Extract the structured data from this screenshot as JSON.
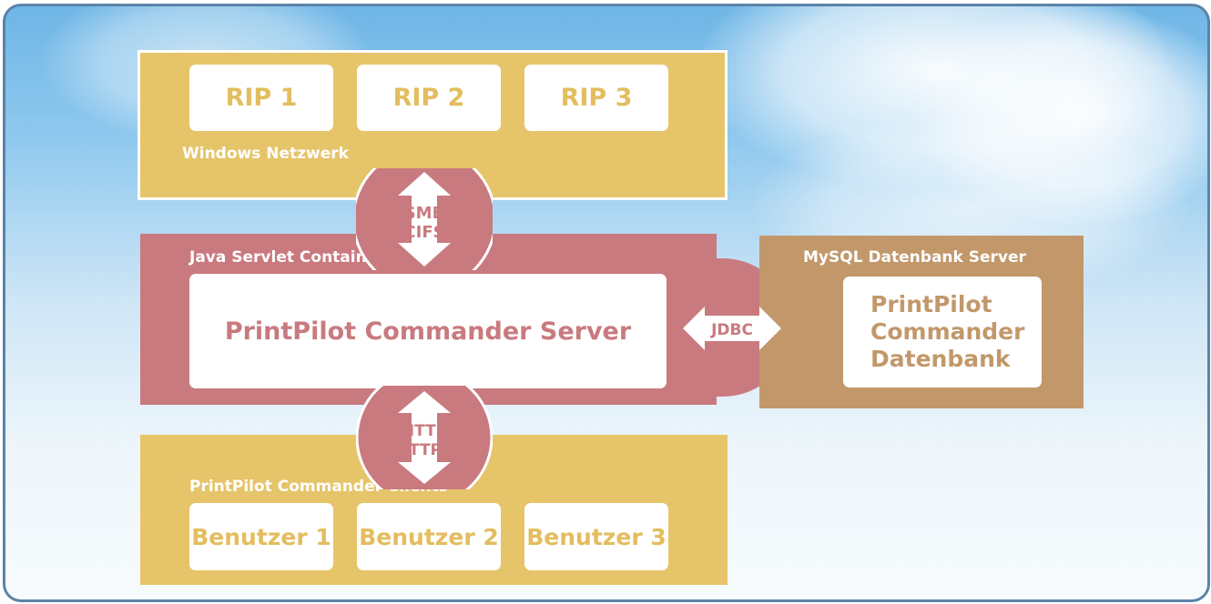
{
  "windows_network": {
    "label": "Windows Netzwerk",
    "rips": [
      "RIP 1",
      "RIP 2",
      "RIP 3"
    ]
  },
  "servlet_container": {
    "label": "Java Servlet Container",
    "server": "PrintPilot Commander Server"
  },
  "protocols": {
    "smb": [
      "SMB",
      "CIFS"
    ],
    "http": [
      "HTTP",
      "HTTPS"
    ],
    "jdbc": "JDBC"
  },
  "mysql": {
    "label": "MySQL Datenbank Server",
    "db_lines": [
      "PrintPilot",
      "Commander",
      "Datenbank"
    ]
  },
  "clients": {
    "label": "PrintPilot Commander Clients",
    "users": [
      "Benutzer 1",
      "Benutzer 2",
      "Benutzer 3"
    ]
  },
  "colors": {
    "yellow": "#e6c46a",
    "rose": "#c97a7f",
    "tan": "#c2986a",
    "frame": "#5b83a8"
  }
}
